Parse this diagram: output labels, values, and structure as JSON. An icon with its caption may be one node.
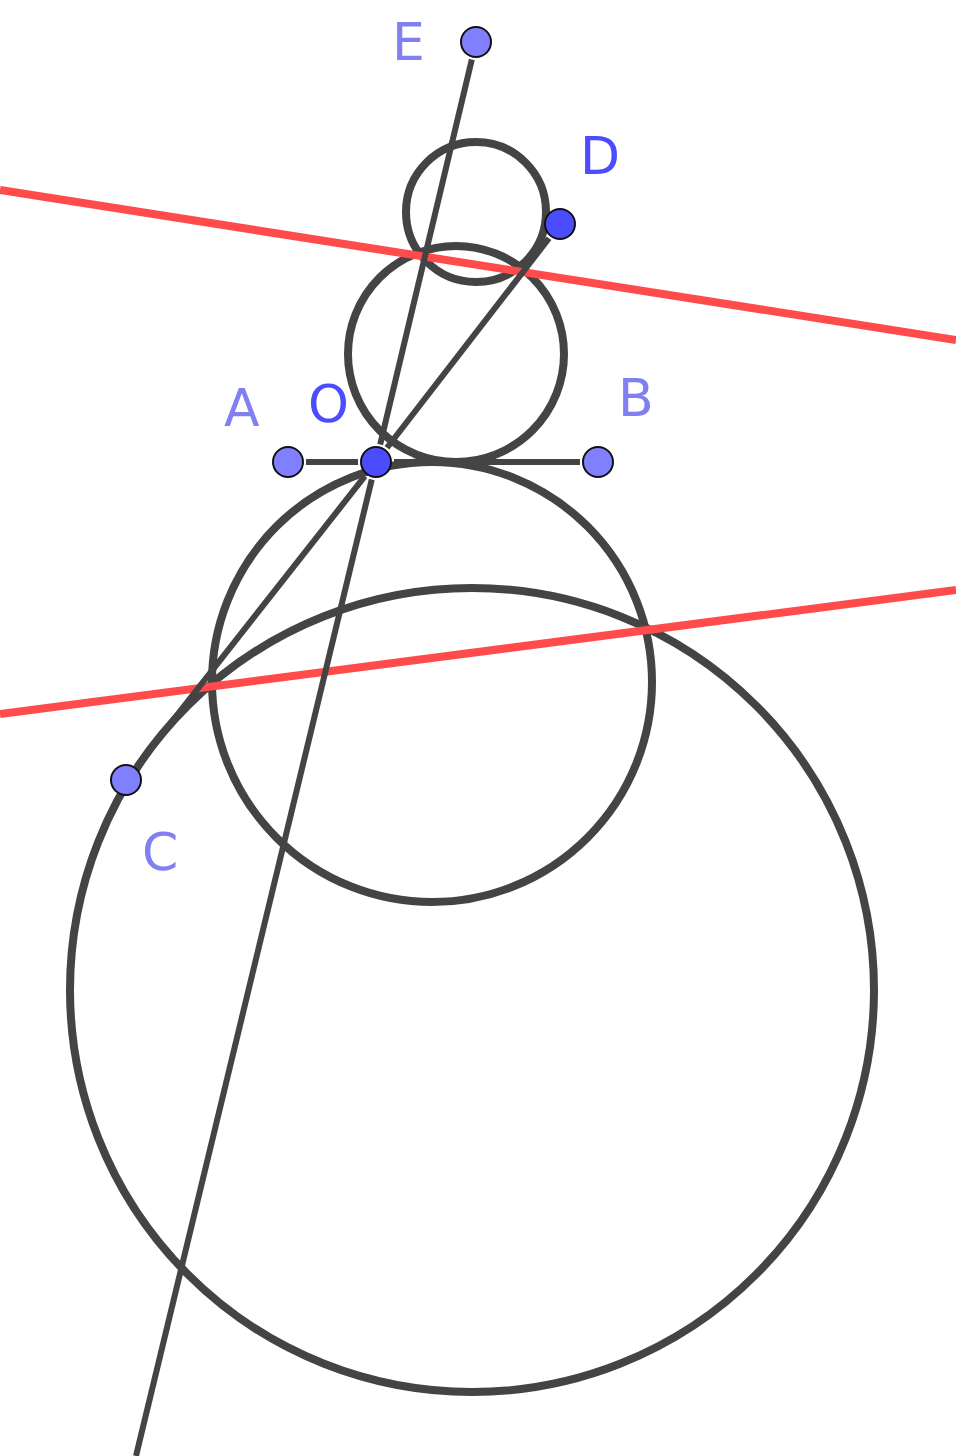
{
  "diagram": {
    "nodes": [
      {
        "text": [],
        "shape": "circle",
        "beside": [
          "E"
        ]
      },
      {
        "text": [],
        "shape": "circle",
        "beside": [
          "D"
        ]
      },
      {
        "text": [],
        "shape": "circle",
        "beside": [
          "A"
        ]
      },
      {
        "text": [],
        "shape": "circle",
        "beside": [
          "O"
        ]
      },
      {
        "text": [],
        "shape": "circle",
        "beside": [
          "B"
        ]
      },
      {
        "text": [],
        "shape": "circle",
        "beside": [
          "C"
        ]
      }
    ],
    "edges": [
      {
        "from": 0,
        "to": 3,
        "arrow": "none"
      },
      {
        "from": 3,
        "to": null,
        "arrow": "none"
      },
      {
        "from": 3,
        "to": 1,
        "arrow": "none"
      },
      {
        "from": 3,
        "to": 5,
        "arrow": "none"
      },
      {
        "from": 2,
        "to": 3,
        "arrow": "none"
      },
      {
        "from": 3,
        "to": 4,
        "arrow": "none"
      }
    ]
  }
}
